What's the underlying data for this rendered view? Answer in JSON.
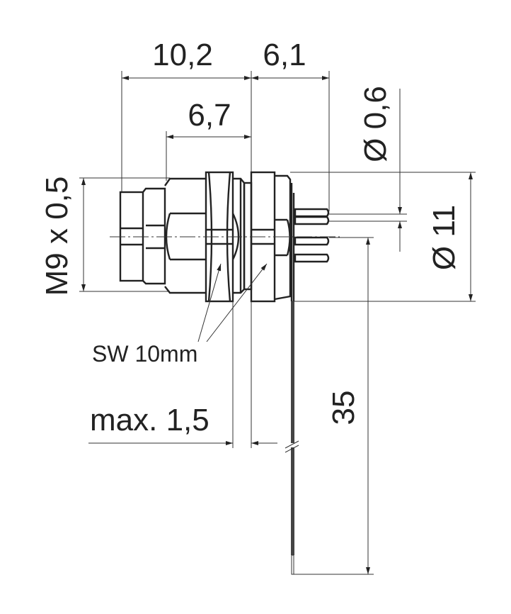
{
  "drawing": {
    "title": "Panel mount connector M9 dimension drawing",
    "dimensions": {
      "length_total": "10,2",
      "pin_length": "6,1",
      "body_length": "6,7",
      "pin_diameter": "Ø 0,6",
      "flange_diameter": "Ø 11",
      "thread": "M9 x 0,5",
      "wrench_size": "SW 10mm",
      "panel_thickness": "max. 1,5",
      "lead_length": "35"
    },
    "colors": {
      "line": "#222222",
      "background": "#ffffff"
    }
  }
}
